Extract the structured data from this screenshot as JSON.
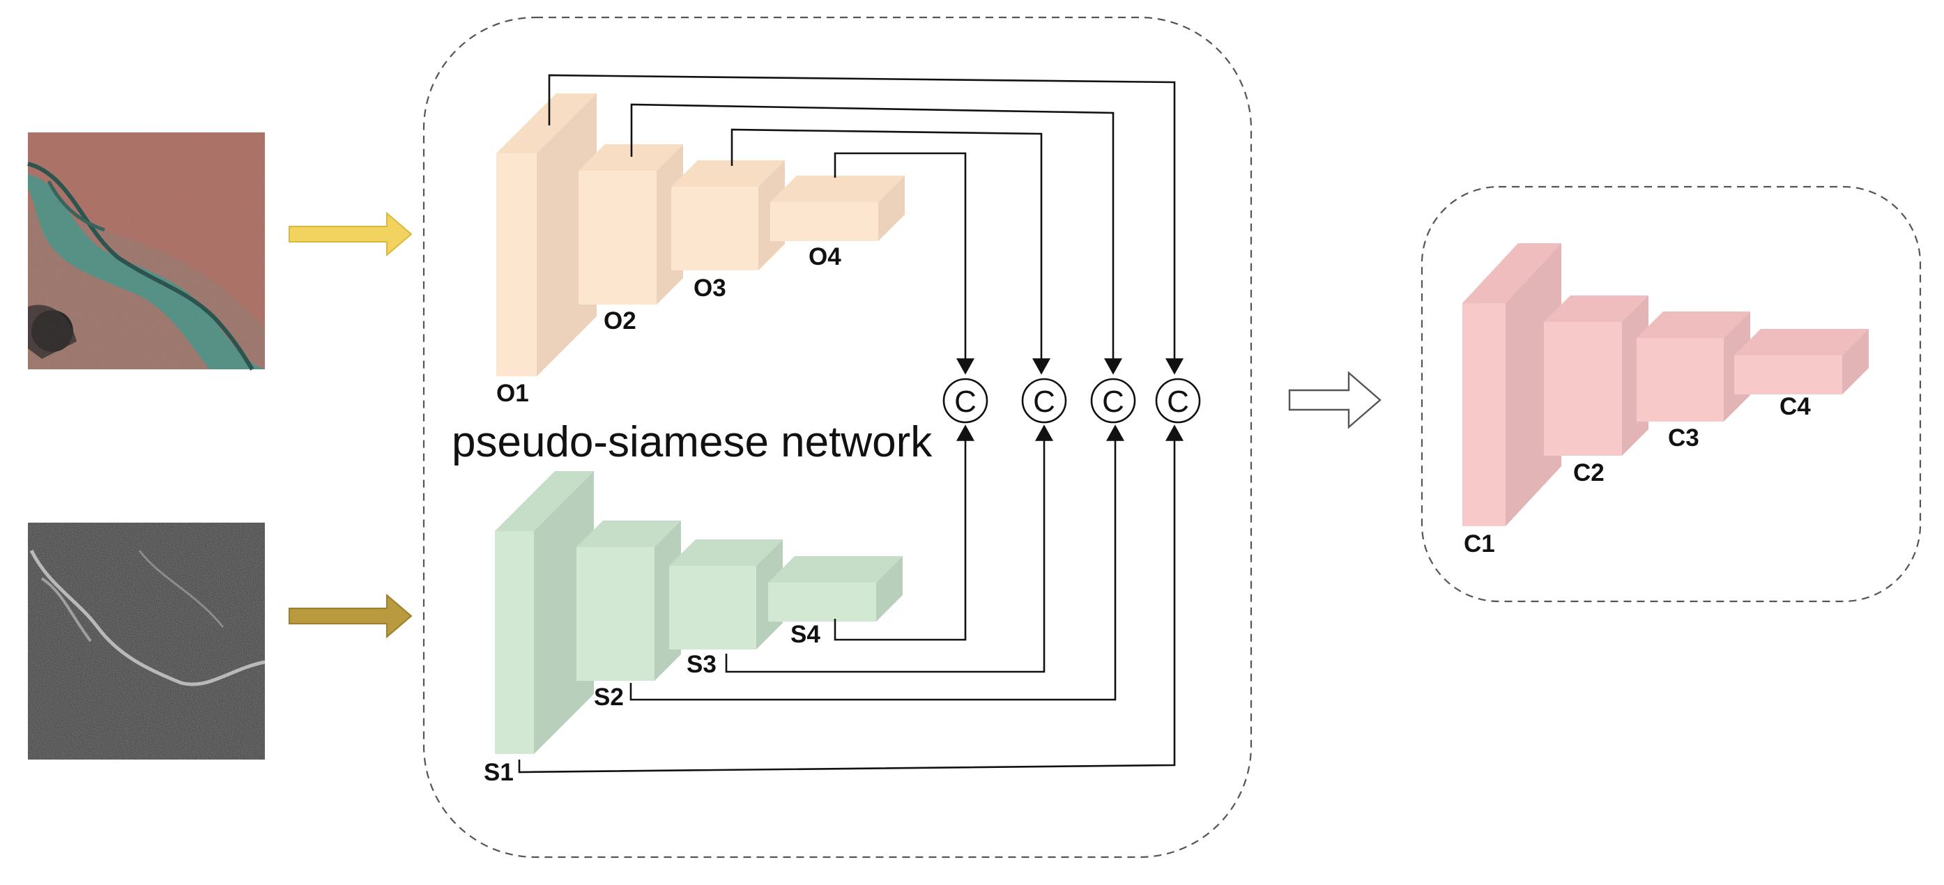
{
  "diagram": {
    "network_title": "pseudo-siamese network",
    "concat_symbol": "C",
    "optical_branch": {
      "color_front": "#fde6cf",
      "color_side": "#ecd2bb",
      "color_top": "#f7ddc4",
      "stages": [
        "O1",
        "O2",
        "O3",
        "O4"
      ]
    },
    "sar_branch": {
      "color_front": "#d3e8d3",
      "color_side": "#b8d0bb",
      "color_top": "#c6ddc7",
      "stages": [
        "S1",
        "S2",
        "S3",
        "S4"
      ]
    },
    "output_branch": {
      "color_front": "#f7c9c9",
      "color_side": "#e2b4b5",
      "color_top": "#f0bdbe",
      "stages": [
        "C1",
        "C2",
        "C3",
        "C4"
      ]
    },
    "inputs": {
      "optical_arrow_color": "#f2d360",
      "sar_arrow_color": "#b99a3e",
      "optical_image": "optical-satellite-image",
      "sar_image": "sar-satellite-image"
    },
    "icons": {
      "output_arrow": "hollow-arrow-icon",
      "concat": "concat-circle-icon"
    }
  }
}
